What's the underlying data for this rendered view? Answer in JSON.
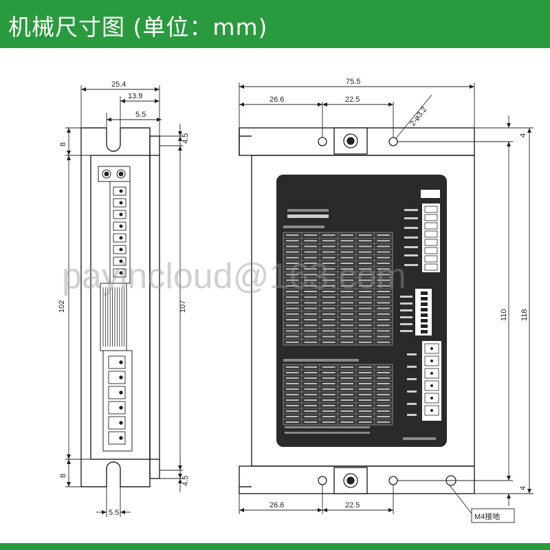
{
  "header": {
    "title": "机械尺寸图 (单位：mm)"
  },
  "side_view": {
    "width_total": "25.4",
    "width_mid": "13.9",
    "slot_width_top": "5.5",
    "slot_width_bottom": "5.5",
    "top_margin_left": "8",
    "top_margin_right": "4.5",
    "bottom_margin_left": "8",
    "bottom_margin_right": "4.5",
    "height_left": "102",
    "height_right": "107"
  },
  "front_view": {
    "width_total": "75.5",
    "top_left_offset": "26.6",
    "top_hole_spacing": "22.5",
    "hole_callout": "2-ø3.2",
    "bottom_left_offset": "26.6",
    "bottom_hole_spacing": "22.5",
    "height_inner": "110",
    "height_outer": "118",
    "top_right_margin": "4",
    "bottom_right_margin": "4",
    "ground_callout": "M4接地"
  },
  "watermark": "payincloud@163.com",
  "colors": {
    "header": "#2a9a3e",
    "panel": "#2a2a2a",
    "line": "#222222"
  }
}
